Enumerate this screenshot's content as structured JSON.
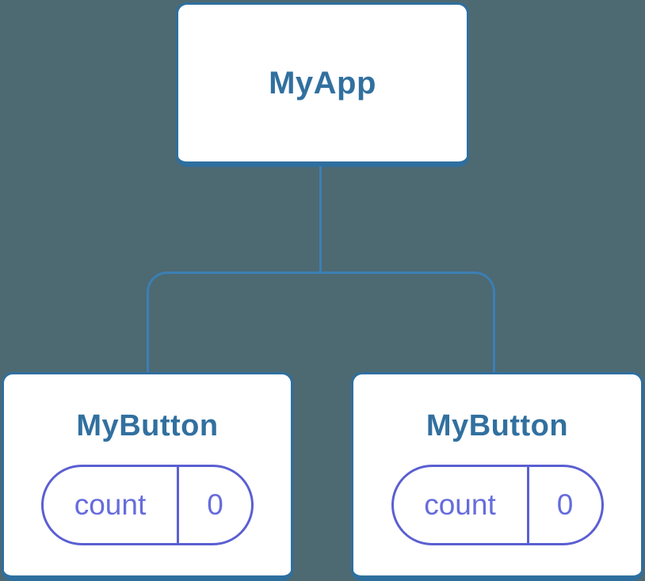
{
  "colors": {
    "background": "#4D6972",
    "node-fill": "#FFFFFF",
    "node-border": "#2E6F9F",
    "node-label": "#31709F",
    "connector": "#3B7FB4",
    "pill-border": "#5B5FD1",
    "pill-text": "#666CDC"
  },
  "tree": {
    "root": {
      "label": "MyApp"
    },
    "children": [
      {
        "label": "MyButton",
        "state": {
          "name": "count",
          "value": "0"
        }
      },
      {
        "label": "MyButton",
        "state": {
          "name": "count",
          "value": "0"
        }
      }
    ]
  }
}
